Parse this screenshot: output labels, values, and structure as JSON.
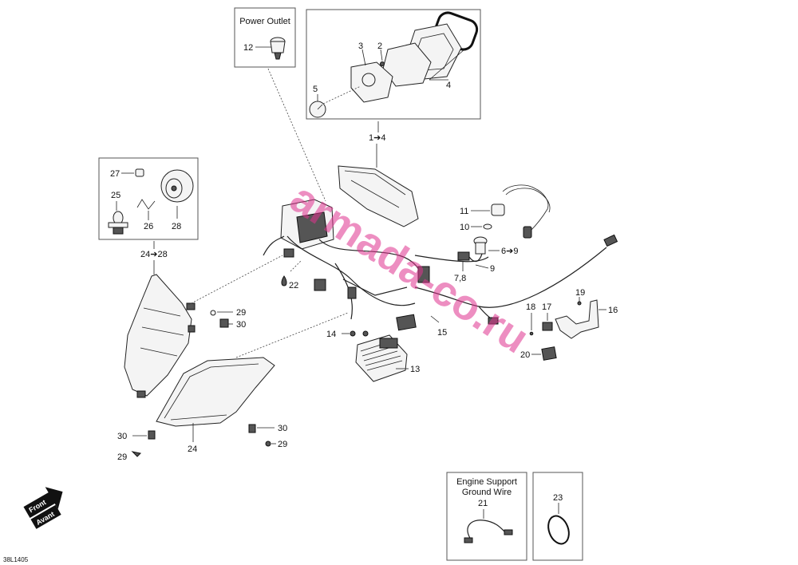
{
  "boxes": {
    "power_outlet_title": "Power Outlet",
    "engine_support_title_1": "Engine Support",
    "engine_support_title_2": "Ground Wire"
  },
  "labels": {
    "p1_4": "1➔4",
    "p2": "2",
    "p3": "3",
    "p4": "4",
    "p5": "5",
    "p6_9": "6➔9",
    "p7_8": "7,8",
    "p9": "9",
    "p10": "10",
    "p11": "11",
    "p12": "12",
    "p13": "13",
    "p14": "14",
    "p15": "15",
    "p16": "16",
    "p17": "17",
    "p18": "18",
    "p19": "19",
    "p20": "20",
    "p21": "21",
    "p22": "22",
    "p23": "23",
    "p24": "24",
    "p24_28": "24➔28",
    "p25": "25",
    "p26": "26",
    "p27": "27",
    "p28": "28",
    "p29a": "29",
    "p29b": "29",
    "p29c": "29",
    "p30a": "30",
    "p30b": "30",
    "p30c": "30"
  },
  "watermark": "armada-co.ru",
  "diagram_code": "38L1405",
  "front_badge": {
    "line1": "Front",
    "line2": "Avant"
  },
  "colors": {
    "watermark": "#e0338f",
    "ink": "#222222",
    "box": "#555555"
  }
}
